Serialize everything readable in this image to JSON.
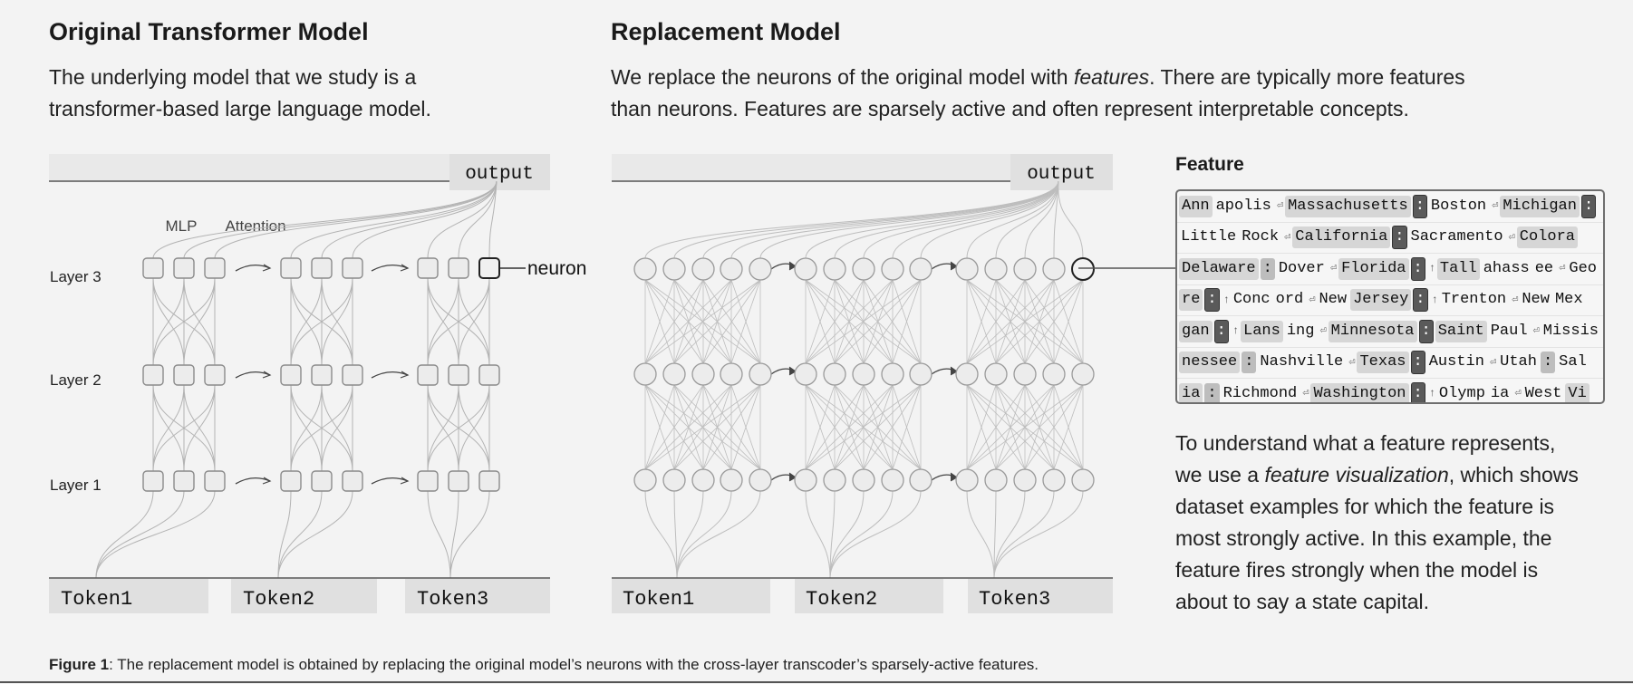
{
  "left_panel": {
    "title": "Original Transformer Model",
    "description_lines": [
      "The underlying model that we study is a",
      "transformer-based large language model."
    ],
    "output_label": "output",
    "mlp_label": "MLP",
    "attention_label": "Attention",
    "neuron_label": "neuron",
    "layers": [
      "Layer 3",
      "Layer 2",
      "Layer 1"
    ],
    "tokens": [
      "Token1",
      "Token2",
      "Token3"
    ]
  },
  "right_panel": {
    "title": "Replacement Model",
    "description_lines": [
      {
        "before": "We replace the neurons of the original model with ",
        "emph": "features",
        "after": ". There are typically more features"
      },
      {
        "before": "than neurons. Features are sparsely active and often represent interpretable concepts.",
        "emph": "",
        "after": ""
      }
    ],
    "output_label": "output",
    "tokens": [
      "Token1",
      "Token2",
      "Token3"
    ]
  },
  "feature_panel": {
    "title": "Feature",
    "rows": [
      [
        {
          "t": "Ann",
          "s": "hl"
        },
        {
          "t": "apolis",
          "s": "plain"
        },
        {
          "t": "⏎",
          "s": "sym"
        },
        {
          "t": "Massachusetts",
          "s": "hl"
        },
        {
          "t": ":",
          "s": "dark"
        },
        {
          "t": "Boston",
          "s": "plain"
        },
        {
          "t": "⏎",
          "s": "sym"
        },
        {
          "t": "Michigan",
          "s": "hl"
        },
        {
          "t": ":",
          "s": "dark"
        }
      ],
      [
        {
          "t": "Little",
          "s": "plain"
        },
        {
          "t": "Rock",
          "s": "plain"
        },
        {
          "t": "⏎",
          "s": "sym"
        },
        {
          "t": "California",
          "s": "hl"
        },
        {
          "t": ":",
          "s": "dark"
        },
        {
          "t": "Sacramento",
          "s": "plain"
        },
        {
          "t": "⏎",
          "s": "sym"
        },
        {
          "t": "Colora",
          "s": "hl"
        }
      ],
      [
        {
          "t": "Delaware",
          "s": "hl"
        },
        {
          "t": ":",
          "s": "mid"
        },
        {
          "t": "Dover",
          "s": "plain"
        },
        {
          "t": "⏎",
          "s": "sym"
        },
        {
          "t": "Florida",
          "s": "hl"
        },
        {
          "t": ":",
          "s": "dark"
        },
        {
          "t": "↑",
          "s": "sym"
        },
        {
          "t": "Tall",
          "s": "hl"
        },
        {
          "t": "ahass",
          "s": "plain"
        },
        {
          "t": "ee",
          "s": "plain"
        },
        {
          "t": "⏎",
          "s": "sym"
        },
        {
          "t": "Geo",
          "s": "plain"
        }
      ],
      [
        {
          "t": "re",
          "s": "hl"
        },
        {
          "t": ":",
          "s": "dark"
        },
        {
          "t": "↑",
          "s": "sym"
        },
        {
          "t": "Conc",
          "s": "plain"
        },
        {
          "t": "ord",
          "s": "plain"
        },
        {
          "t": "⏎",
          "s": "sym"
        },
        {
          "t": "New",
          "s": "plain"
        },
        {
          "t": "Jersey",
          "s": "hl"
        },
        {
          "t": ":",
          "s": "dark"
        },
        {
          "t": "↑",
          "s": "sym"
        },
        {
          "t": "Trenton",
          "s": "plain"
        },
        {
          "t": "⏎",
          "s": "sym"
        },
        {
          "t": "New",
          "s": "plain"
        },
        {
          "t": "Mex",
          "s": "plain"
        }
      ],
      [
        {
          "t": "gan",
          "s": "hl"
        },
        {
          "t": ":",
          "s": "dark"
        },
        {
          "t": "↑",
          "s": "sym"
        },
        {
          "t": "Lans",
          "s": "hl"
        },
        {
          "t": "ing",
          "s": "plain"
        },
        {
          "t": "⏎",
          "s": "sym"
        },
        {
          "t": "Minnesota",
          "s": "hl"
        },
        {
          "t": ":",
          "s": "dark"
        },
        {
          "t": "Saint",
          "s": "hl"
        },
        {
          "t": "Paul",
          "s": "plain"
        },
        {
          "t": "⏎",
          "s": "sym"
        },
        {
          "t": "Missis",
          "s": "plain"
        }
      ],
      [
        {
          "t": "nessee",
          "s": "hl"
        },
        {
          "t": ":",
          "s": "mid"
        },
        {
          "t": "Nashville",
          "s": "plain"
        },
        {
          "t": "⏎",
          "s": "sym"
        },
        {
          "t": "Texas",
          "s": "hl"
        },
        {
          "t": ":",
          "s": "dark"
        },
        {
          "t": "Austin",
          "s": "plain"
        },
        {
          "t": "⏎",
          "s": "sym"
        },
        {
          "t": "Utah",
          "s": "plain"
        },
        {
          "t": ":",
          "s": "mid"
        },
        {
          "t": "Sal",
          "s": "plain"
        }
      ],
      [
        {
          "t": "ia",
          "s": "hl"
        },
        {
          "t": ":",
          "s": "mid"
        },
        {
          "t": "Richmond",
          "s": "plain"
        },
        {
          "t": "⏎",
          "s": "sym"
        },
        {
          "t": "Washington",
          "s": "hl"
        },
        {
          "t": ":",
          "s": "dark"
        },
        {
          "t": "↑",
          "s": "sym"
        },
        {
          "t": "Olymp",
          "s": "plain"
        },
        {
          "t": "ia",
          "s": "plain"
        },
        {
          "t": "⏎",
          "s": "sym"
        },
        {
          "t": "West",
          "s": "plain"
        },
        {
          "t": "Vi",
          "s": "hl"
        }
      ]
    ],
    "explanation_lines": [
      {
        "before": "To understand what a feature represents,",
        "emph": "",
        "after": ""
      },
      {
        "before": "we use a ",
        "emph": "feature visualization",
        "after": ", which shows"
      },
      {
        "before": "dataset examples for which the feature is",
        "emph": "",
        "after": ""
      },
      {
        "before": "most strongly active. In this example, the",
        "emph": "",
        "after": ""
      },
      {
        "before": "feature fires strongly when the model is",
        "emph": "",
        "after": ""
      },
      {
        "before": "about to say a state capital.",
        "emph": "",
        "after": ""
      }
    ]
  },
  "caption": {
    "label": "Figure 1",
    "text": ": The replacement model is obtained by replacing the original model’s neurons with the cross-layer transcoder’s sparsely-active features."
  }
}
